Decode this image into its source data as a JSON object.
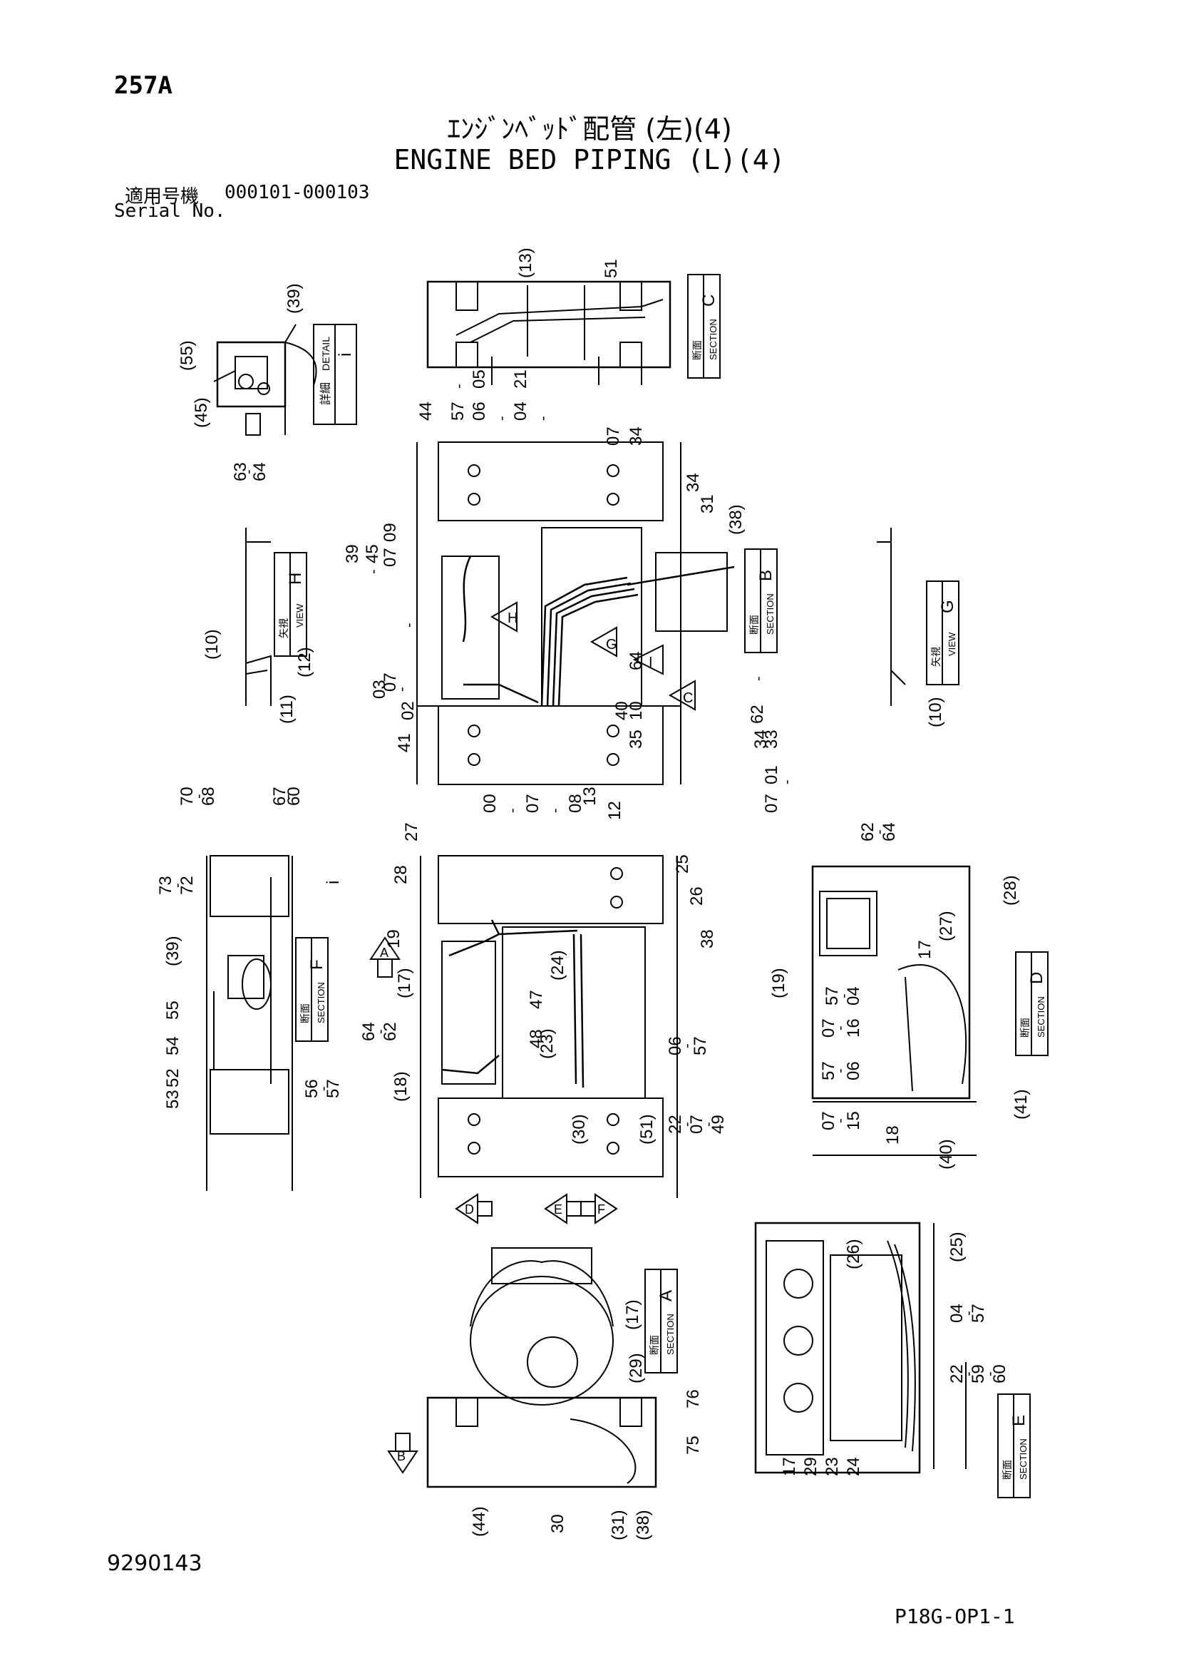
{
  "header": {
    "page_number": "257A",
    "title_jp": "ｴﾝｼﾞﾝﾍﾞｯﾄﾞ配管 (左)(4)",
    "title_en": "ENGINE BED PIPING (L)(4)",
    "serial_label_jp": "適用号機",
    "serial_range": "000101-000103",
    "serial_label_en": "Serial No."
  },
  "footer": {
    "doc_number": "9290143",
    "sheet_code": "P18G-OP1-1"
  },
  "views": {
    "detail_i": {
      "jp": "詳細",
      "en": "DETAIL",
      "letter": "i"
    },
    "section_c": {
      "jp": "断面",
      "en": "SECTION",
      "letter": "C"
    },
    "view_h": {
      "jp": "矢視",
      "en": "VIEW",
      "letter": "H"
    },
    "section_b": {
      "jp": "断面",
      "en": "SECTION",
      "letter": "B"
    },
    "view_g": {
      "jp": "矢視",
      "en": "VIEW",
      "letter": "G"
    },
    "section_f": {
      "jp": "断面",
      "en": "SECTION",
      "letter": "F"
    },
    "section_d": {
      "jp": "断面",
      "en": "SECTION",
      "letter": "D"
    },
    "section_a": {
      "jp": "断面",
      "en": "SECTION",
      "letter": "A"
    },
    "section_e": {
      "jp": "断面",
      "en": "SECTION",
      "letter": "E"
    }
  },
  "arrows": {
    "h": "H",
    "g": "G",
    "i": "I",
    "c": "C",
    "a": "A",
    "d": "D",
    "e": "E",
    "f": "F",
    "b": "B"
  },
  "callouts": {
    "detail_i": [
      "(55)",
      "(39)",
      "(45)",
      "63",
      "-",
      "64"
    ],
    "section_c": [
      "(13)",
      "51"
    ],
    "top_main": [
      "44",
      "57",
      "-",
      "06",
      "05",
      "-",
      "04",
      "21",
      "-",
      "07",
      "34",
      "34",
      "31",
      "(38)",
      "39",
      "45",
      "09",
      "-",
      "07",
      "-",
      "03",
      "07",
      "-",
      "02",
      "41",
      "64",
      "-",
      "62",
      "40",
      "10",
      "35",
      "34",
      "33",
      "01",
      "-",
      "07",
      "00",
      "-",
      "07",
      "-",
      "08",
      "13",
      "12",
      "11",
      "10",
      "06",
      "-",
      "05"
    ],
    "view_h": [
      "(10)",
      "(12)",
      "(11)"
    ],
    "view_g": [
      "(10)"
    ],
    "section_f": [
      "70",
      "-",
      "68",
      "67",
      "-",
      "60",
      "73",
      "-",
      "72",
      "i",
      "(39)",
      "55",
      "54",
      "52",
      "53",
      "56",
      "-",
      "57"
    ],
    "mid_main": [
      "28",
      "27",
      "25",
      "26",
      "38",
      "19",
      "(17)",
      "64",
      "-",
      "62",
      "47",
      "(24)",
      "48",
      "(23)",
      "(18)",
      "(30)",
      "(51)",
      "06",
      "-",
      "57",
      "22",
      "-",
      "07",
      "-",
      "49"
    ],
    "section_d": [
      "62",
      "-",
      "64",
      "(28)",
      "(27)",
      "17",
      "(19)",
      "57",
      "-",
      "04",
      "07",
      "-",
      "16",
      "57",
      "-",
      "06",
      "07",
      "-",
      "15",
      "18",
      "(40)",
      "(41)"
    ],
    "section_a": [
      "(17)",
      "(29)",
      "76",
      "75",
      "(44)",
      "30",
      "(31)",
      "(38)"
    ],
    "section_e": [
      "(26)",
      "(25)",
      "04",
      "-",
      "57",
      "22",
      "-",
      "59",
      "-",
      "60",
      "17",
      "29",
      "23",
      "24"
    ]
  }
}
